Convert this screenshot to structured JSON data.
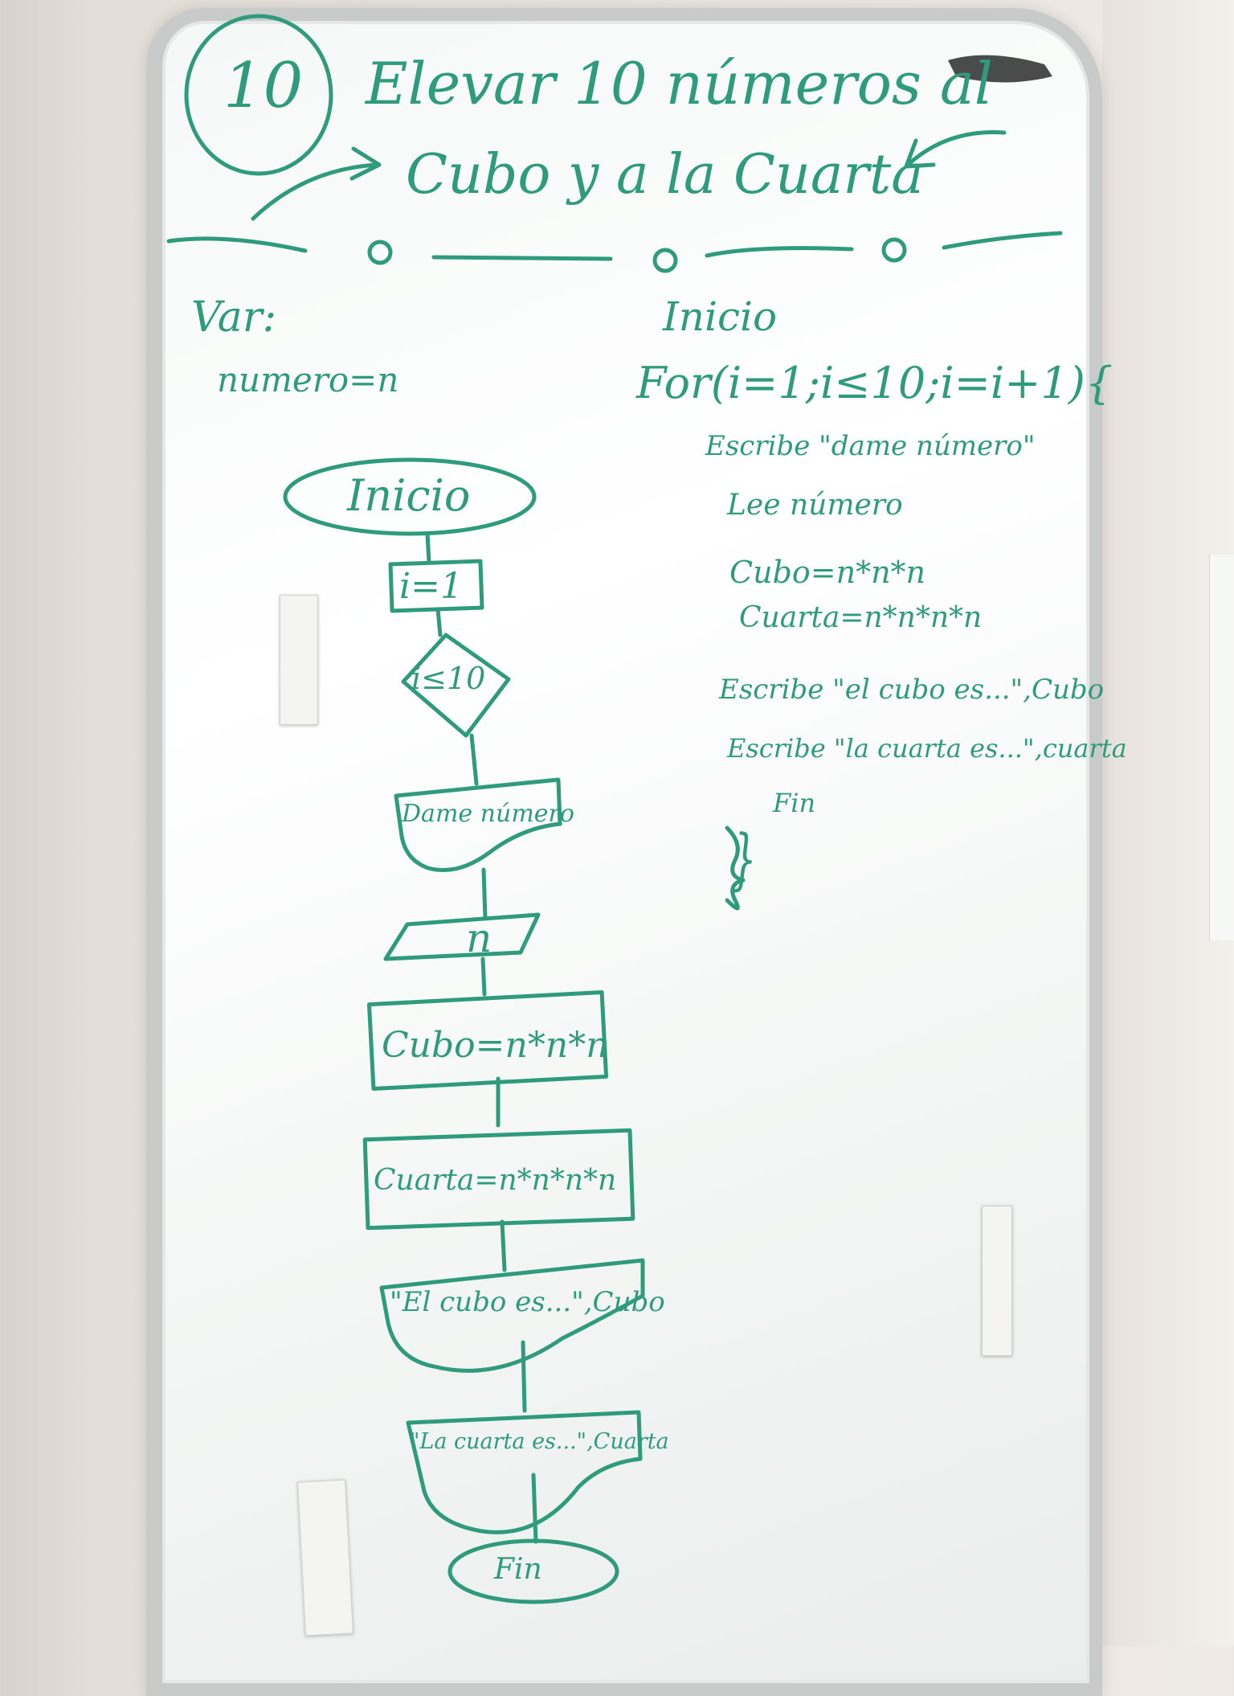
{
  "title": {
    "number": "10",
    "line1": "Elevar 10 números al",
    "line2": "Cubo y a la Cuarta"
  },
  "variables": {
    "heading": "Var:",
    "line": "numero=n"
  },
  "pseudocode": {
    "start": "Inicio",
    "loop": "For(i=1;i≤10;i=i+1){",
    "lines": [
      "Escribe \"dame número\"",
      "Lee número",
      "Cubo=n*n*n",
      "Cuarta=n*n*n*n",
      "Escribe \"el cubo es...\",Cubo",
      "Escribe \"la cuarta es...\",cuarta",
      "Fin"
    ],
    "close": "}"
  },
  "flowchart": {
    "start": "Inicio",
    "init": "i=1",
    "condition": "i≤10",
    "prompt": "Dame número",
    "input": "n",
    "cube": "Cubo=n*n*n",
    "fourth": "Cuarta=n*n*n*n",
    "out_cube": "\"El cubo es...\",Cubo",
    "out_fourth": "\"La cuarta es...\",Cuarta",
    "end": "Fin"
  },
  "colors": {
    "ink": "#2e9b7c",
    "board": "#ffffff",
    "frame": "#c9cbca"
  }
}
